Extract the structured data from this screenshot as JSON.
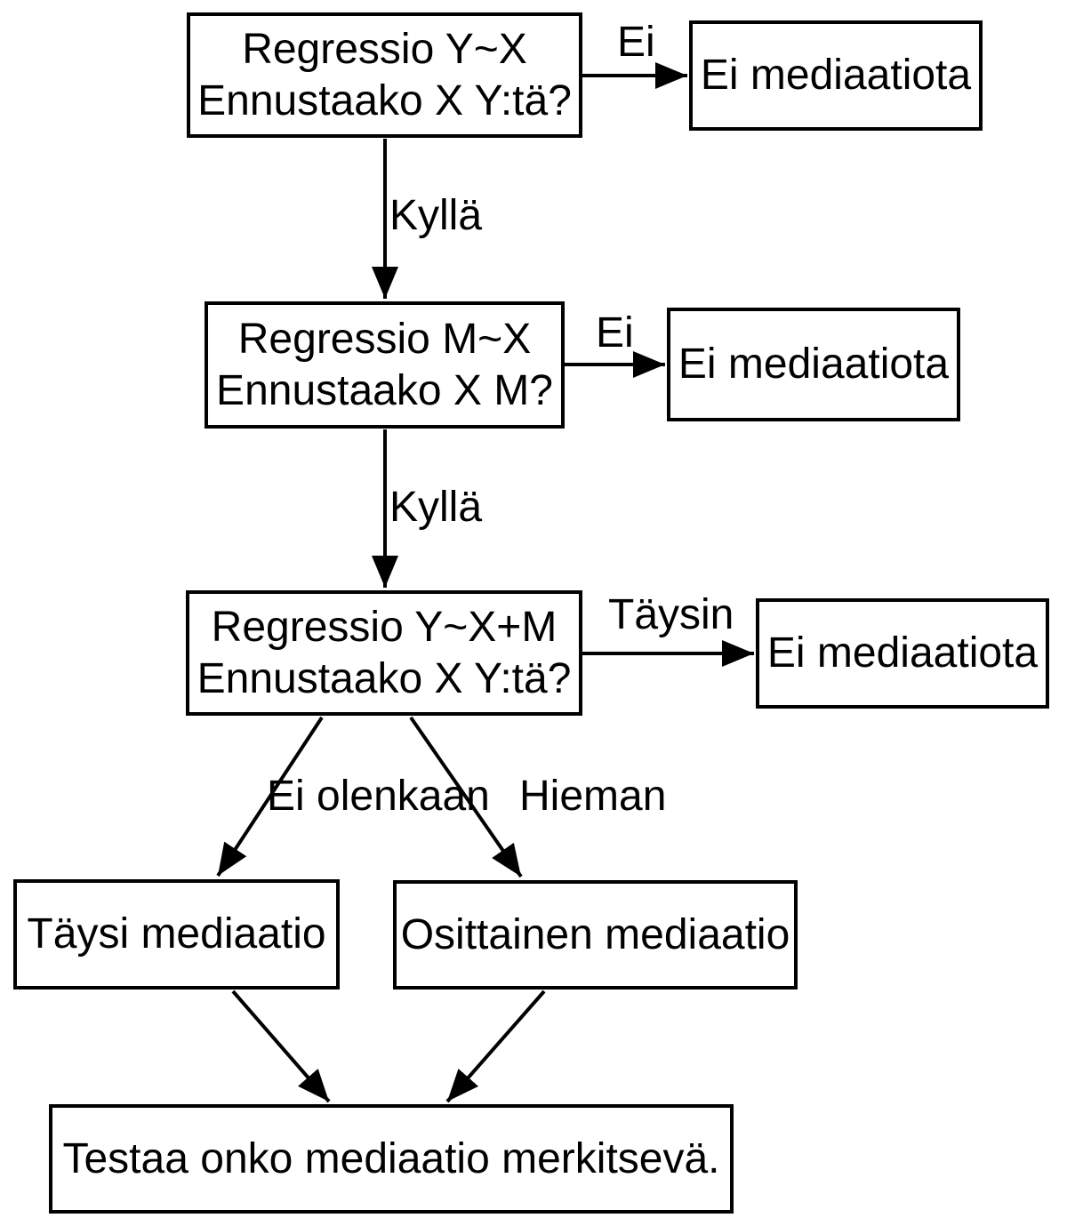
{
  "colors": {
    "background": "#ffffff",
    "stroke": "#000000",
    "text": "#000000"
  },
  "nodes": {
    "step1": {
      "line1": "Regressio Y~X",
      "line2": "Ennustaako X Y:tä?"
    },
    "no_mediation_1": {
      "label": "Ei mediaatiota"
    },
    "step2": {
      "line1": "Regressio M~X",
      "line2": "Ennustaako X M?"
    },
    "no_mediation_2": {
      "label": "Ei mediaatiota"
    },
    "step3": {
      "line1": "Regressio Y~X+M",
      "line2": "Ennustaako X Y:tä?"
    },
    "no_mediation_3": {
      "label": "Ei mediaatiota"
    },
    "full_mediation": {
      "label": "Täysi mediaatio"
    },
    "partial_mediation": {
      "label": "Osittainen mediaatio"
    },
    "final_test": {
      "label": "Testaa onko mediaatio merkitsevä."
    }
  },
  "edge_labels": {
    "step1_no": "Ei",
    "step1_yes": "Kyllä",
    "step2_no": "Ei",
    "step2_yes": "Kyllä",
    "step3_fully": "Täysin",
    "step3_not_after_all": "Ei olenkaan",
    "step3_somewhat": "Hieman"
  }
}
